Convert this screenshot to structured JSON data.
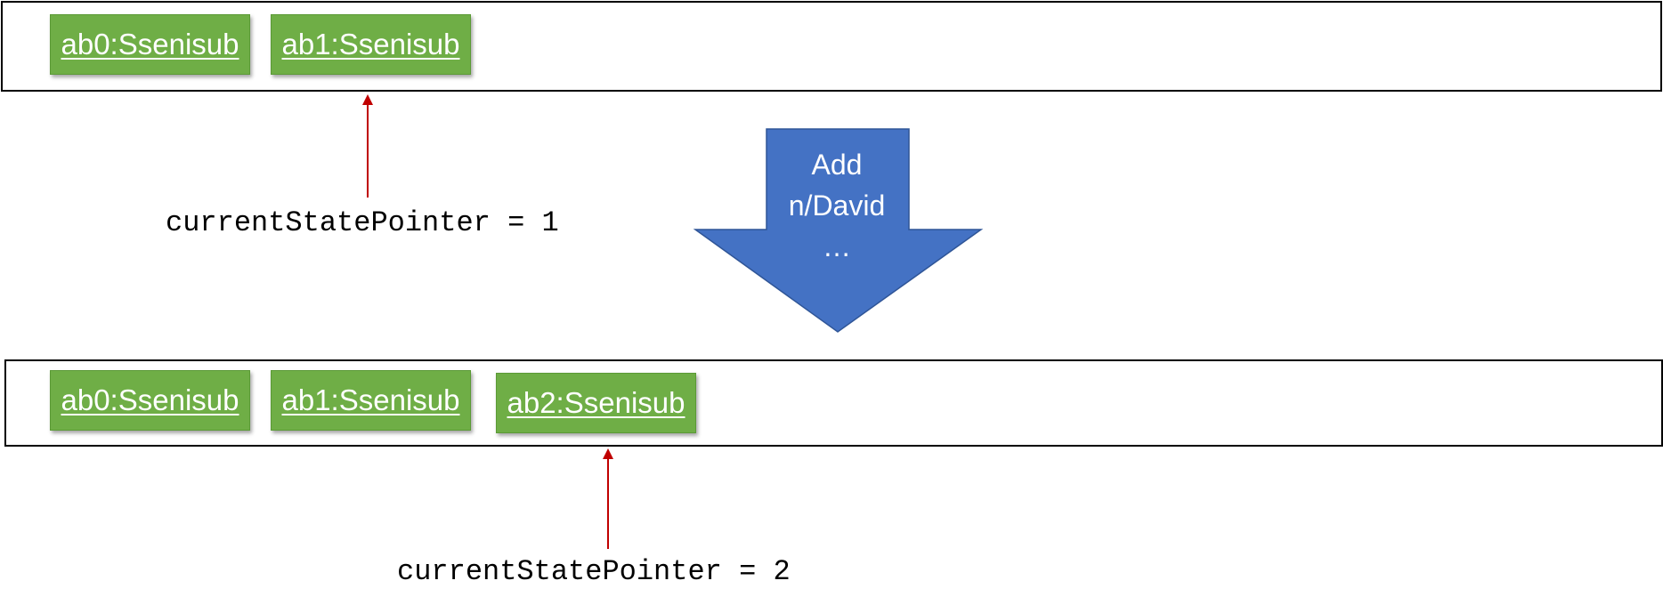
{
  "before": {
    "states": [
      "ab0:Ssenisub",
      "ab1:Ssenisub"
    ],
    "pointer_label": "currentStatePointer = 1"
  },
  "command": {
    "line1": "Add",
    "line2": "n/David",
    "line3": "…"
  },
  "after": {
    "states": [
      "ab0:Ssenisub",
      "ab1:Ssenisub",
      "ab2:Ssenisub"
    ],
    "pointer_label": "currentStatePointer = 2"
  },
  "colors": {
    "state_fill": "#6fae46",
    "arrow_fill": "#4472c4",
    "pointer": "#c00000"
  }
}
